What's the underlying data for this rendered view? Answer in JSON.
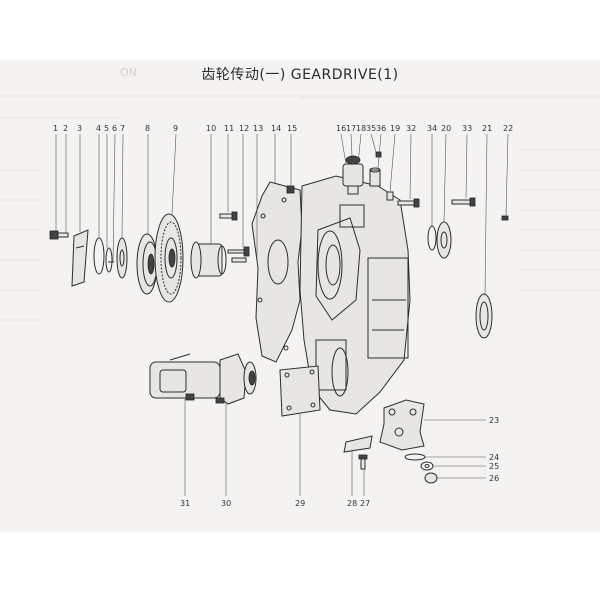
{
  "page": {
    "title": "齿轮传动(一)  GEARDRIVE(1)"
  },
  "callouts": {
    "top_row": [
      "1",
      "2",
      "3",
      "4",
      "5",
      "6",
      "7",
      "8",
      "9",
      "10",
      "11",
      "12",
      "13",
      "14",
      "15",
      "16",
      "17",
      "18",
      "35",
      "36",
      "19",
      "32",
      "34",
      "20",
      "33",
      "21",
      "22"
    ],
    "right_column": [
      "23",
      "24",
      "25",
      "26"
    ],
    "bottom_row": [
      "31",
      "30",
      "29",
      "28",
      "27"
    ]
  }
}
